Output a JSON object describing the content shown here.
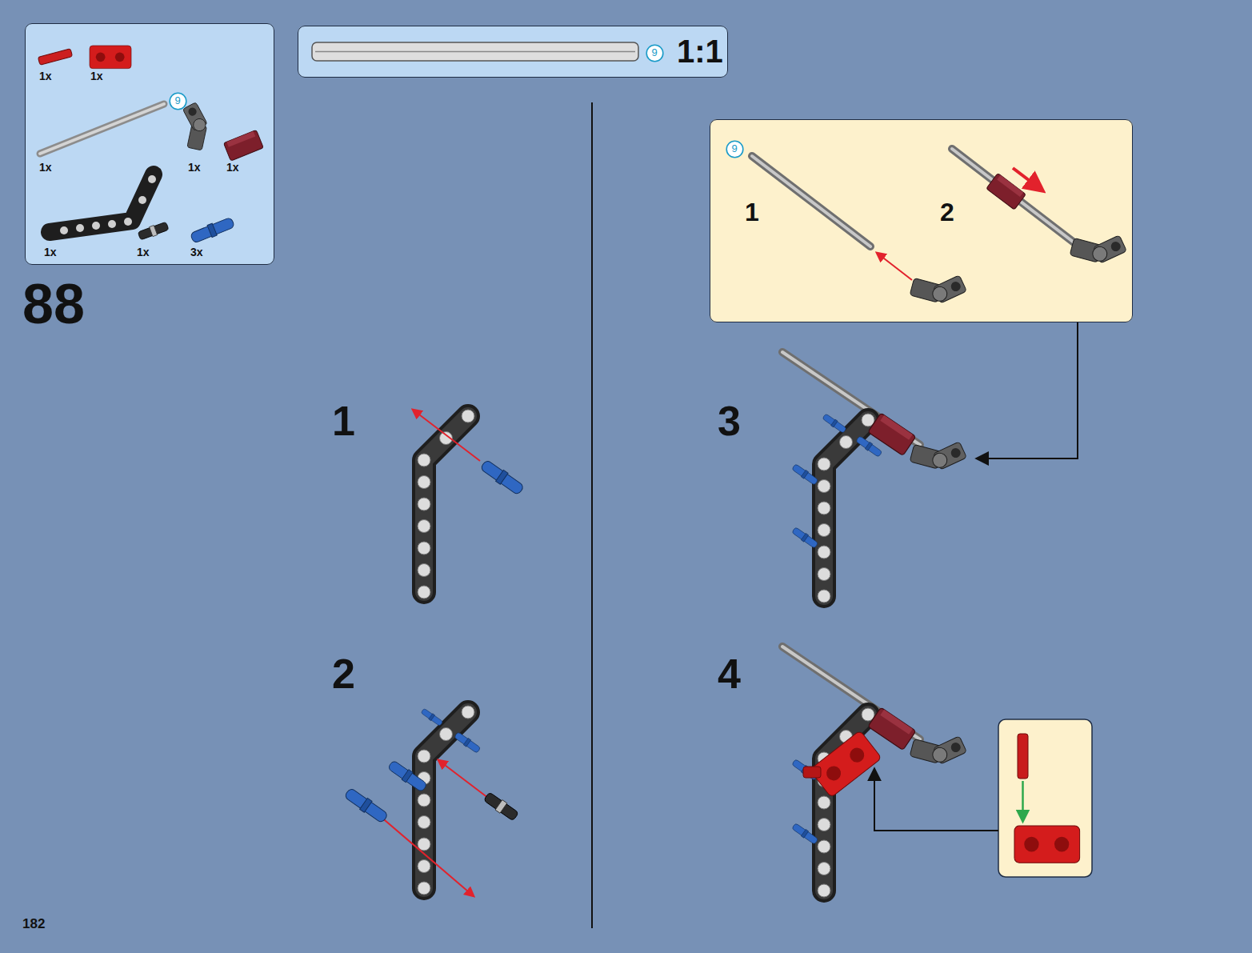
{
  "diagram": {
    "nodes": [
      {
        "text": [
          "1x",
          "1x",
          "1x",
          "1x",
          "1x",
          "1x",
          "1x",
          "3x"
        ]
      },
      {
        "text": [
          "9"
        ],
        "in": 0
      },
      {
        "text": [
          "1:1"
        ]
      },
      {
        "text": [
          "9"
        ],
        "in": 2
      },
      {
        "text": [
          "1",
          "2"
        ]
      },
      {
        "text": [
          "9"
        ],
        "in": 4
      }
    ],
    "labels": [
      "88",
      "1",
      "2",
      "3",
      "4",
      "182"
    ]
  }
}
